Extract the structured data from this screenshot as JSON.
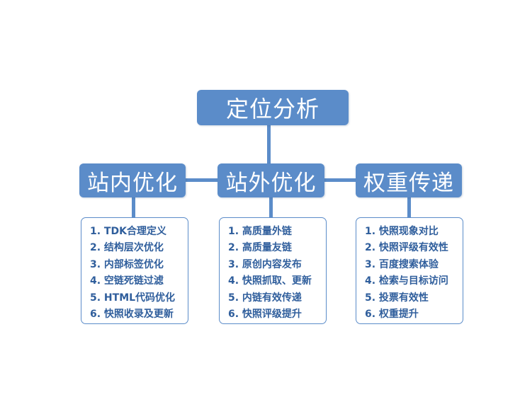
{
  "root": {
    "label": "定位分析"
  },
  "categories": [
    {
      "label": "站内优化",
      "items": [
        "1. TDK合理定义",
        "2. 结构层次优化",
        "3. 内部标签优化",
        "4. 空链死链过滤",
        "5. HTML代码优化",
        "6. 快照收录及更新"
      ]
    },
    {
      "label": "站外优化",
      "items": [
        "1. 高质量外链",
        "2. 高质量友链",
        "3. 原创内容发布",
        "4. 快照抓取、更新",
        "5. 内链有效传递",
        "6. 快照评级提升"
      ]
    },
    {
      "label": "权重传递",
      "items": [
        "1. 快照现象对比",
        "2. 快照评级有效性",
        "3. 百度搜索体验",
        "4. 检索与目标访问",
        "5. 投票有效性",
        "6. 权重提升"
      ]
    }
  ],
  "colors": {
    "node_fill": "#5b8cc9",
    "node_text": "#ffffff",
    "item_text": "#2f5e9c",
    "box_border": "#5b8cc9"
  }
}
